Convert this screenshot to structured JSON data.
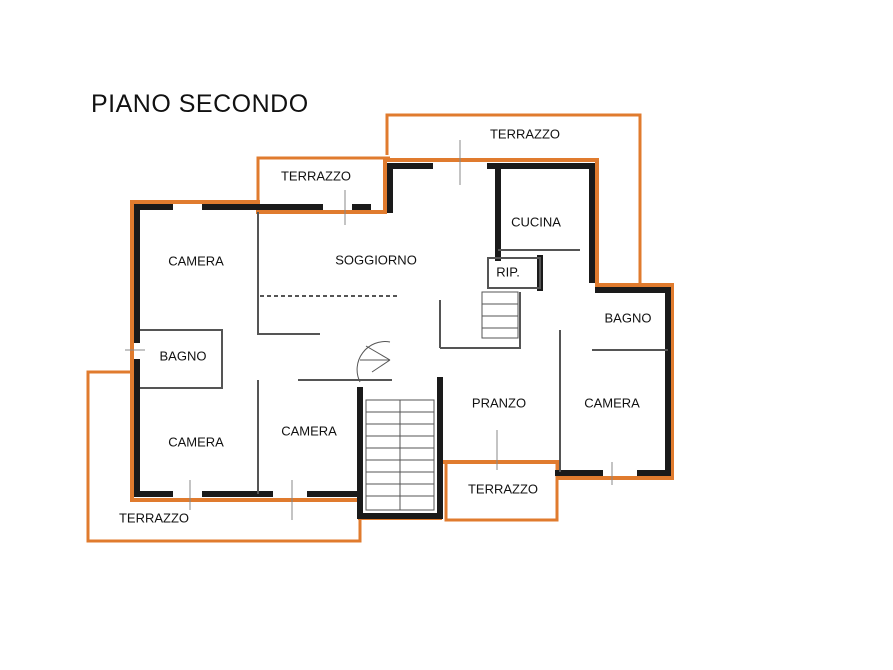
{
  "plan": {
    "title": "PIANO SECONDO",
    "colors": {
      "outline": "#e07b2e",
      "wall": "#1a1a1a",
      "thin": "#555555",
      "paper": "#ffffff"
    },
    "rooms": {
      "terrazzo_top_right": "TERRAZZO",
      "terrazzo_top_left": "TERRAZZO",
      "cucina": "CUCINA",
      "camera_top_left": "CAMERA",
      "soggiorno": "SOGGIORNO",
      "rip": "RIP.",
      "bagno_right": "BAGNO",
      "bagno_left": "BAGNO",
      "pranzo": "PRANZO",
      "camera_right": "CAMERA",
      "camera_bottom_left": "CAMERA",
      "camera_middle": "CAMERA",
      "terrazzo_bottom_middle": "TERRAZZO",
      "terrazzo_bottom_left": "TERRAZZO"
    }
  }
}
